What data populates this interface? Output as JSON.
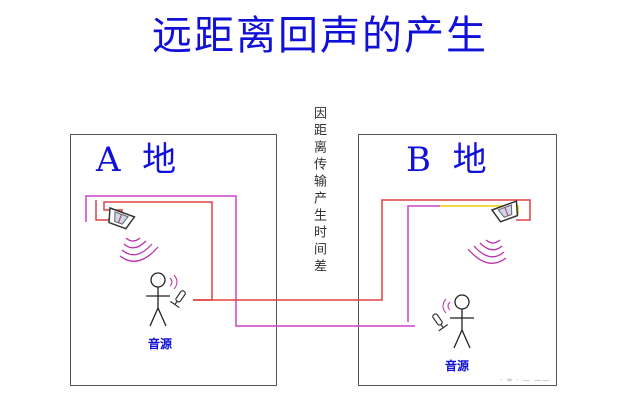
{
  "title": "远距离回声的产生",
  "room_a": {
    "label": "A  地",
    "source_label": "音源"
  },
  "room_b": {
    "label": "B  地",
    "source_label": "音源"
  },
  "middle_note": "因距离传输产生时间差",
  "watermark": "· ≈ ·   — ——",
  "colors": {
    "title": "#1010d8",
    "red_line": "#e04040",
    "pink_line": "#cc44cc",
    "yellow_line": "#e8d000",
    "waves": "#bb33aa",
    "box": "#555555"
  },
  "icons": [
    "speaker-icon",
    "person-icon",
    "microphone-icon",
    "sound-wave-icon"
  ]
}
